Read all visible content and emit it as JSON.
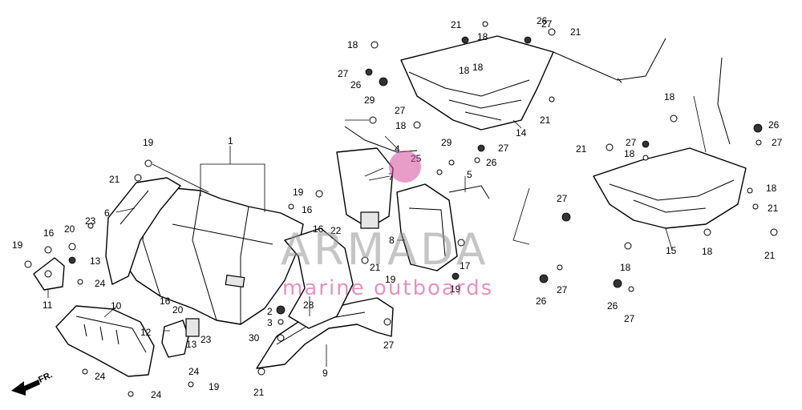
{
  "diagram": {
    "callouts": [
      "1",
      "2",
      "3",
      "4",
      "5",
      "6",
      "7",
      "8",
      "9",
      "10",
      "11",
      "12",
      "13",
      "14",
      "15",
      "16",
      "17",
      "18",
      "19",
      "20",
      "21",
      "22",
      "23",
      "24",
      "25",
      "26",
      "27",
      "28",
      "29",
      "30"
    ],
    "direction_label": "FR."
  },
  "watermark": {
    "brand": "ARMADA",
    "tagline": "marine outboards",
    "accent_color": "#d64a9a"
  }
}
